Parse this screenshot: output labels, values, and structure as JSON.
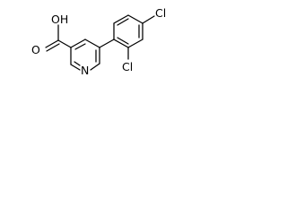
{
  "molecule": {
    "labels": {
      "carboxylic_oh": "OH",
      "carbonyl_oxygen": "O",
      "pyridine_nitrogen": "N",
      "chlorine_para": "Cl",
      "chlorine_ortho": "Cl"
    },
    "colors": {
      "ink": "#000000",
      "background": "#ffffff"
    }
  }
}
